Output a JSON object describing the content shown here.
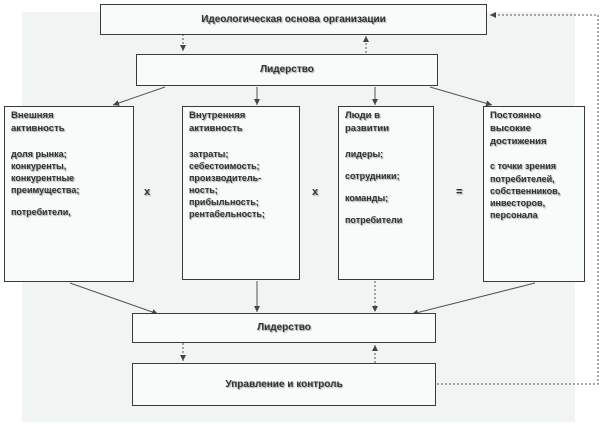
{
  "top_box": "Идеологическая основа организации",
  "leadership_top": "Лидерство",
  "leadership_bottom": "Лидерство",
  "management": "Управление и контроль",
  "operators": {
    "op1": "x",
    "op2": "x",
    "op3": "="
  },
  "columns": [
    {
      "title": [
        "Внешняя",
        "активность"
      ],
      "items": [
        "доля рынка;",
        "конкуренты,",
        "конкурентные",
        "преимущества;",
        "",
        "потребители,"
      ]
    },
    {
      "title": [
        "Внутренняя",
        "активность"
      ],
      "items": [
        "затраты;",
        "себестоимость;",
        "производитель-",
        "ность;",
        "прибыльность;",
        "рентабельность;"
      ]
    },
    {
      "title": [
        "Люди в",
        "развитии"
      ],
      "items": [
        "лидеры;",
        "",
        "сотрудники;",
        "",
        "команды;",
        "",
        "потребители"
      ]
    },
    {
      "title": [
        "Постоянно",
        "высокие",
        "достижения"
      ],
      "items": [
        "с точки зрения",
        "потребителей,",
        "собственников,",
        "инвесторов,",
        "персонала"
      ]
    }
  ]
}
